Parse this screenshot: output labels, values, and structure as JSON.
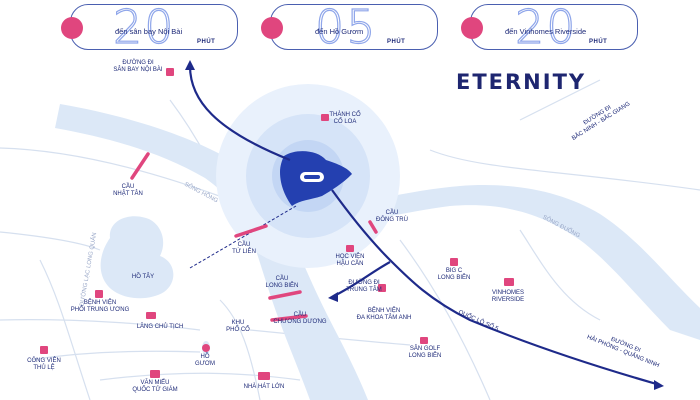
{
  "cards": [
    {
      "value": "20",
      "desc": "đến sân bay Nội Bài",
      "unit": "PHÚT",
      "icon": "airplane-icon"
    },
    {
      "value": "05",
      "desc": "đến Hồ Gươm",
      "unit": "PHÚT",
      "icon": "car-icon"
    },
    {
      "value": "20",
      "desc": "đến Vinhomes Riverside",
      "unit": "PHÚT",
      "icon": "building-icon"
    }
  ],
  "brand": "ETERNITY",
  "places": {
    "airport_line1": "ĐƯỜNG ĐI",
    "airport_line2": "SÂN BAY NỘI BÀI",
    "co_loa_line1": "THÀNH CỔ",
    "co_loa_line2": "CỔ LOA",
    "nhat_tan_line1": "CẦU",
    "nhat_tan_line2": "NHẬT TÂN",
    "song_hong": "SÔNG HỒNG",
    "dong_tru_line1": "CẦU",
    "dong_tru_line2": "ĐÔNG TRÙ",
    "bac_ninh_line1": "ĐƯỜNG ĐI",
    "bac_ninh_line2": "BẮC NINH - BẮC GIANG",
    "song_duong": "SÔNG ĐUỐNG",
    "tu_lien_line1": "CẦU",
    "tu_lien_line2": "TỨ LIÊN",
    "hoc_vien_line1": "HỌC VIỆN",
    "hoc_vien_line2": "HẬU CẦN",
    "lang_thang": "ĐƯỜNG LẠC LONG QUÂN",
    "big_c_line1": "BIG C",
    "big_c_line2": "LONG BIÊN",
    "vinhomes_line1": "VINHOMES",
    "vinhomes_line2": "RIVERSIDE",
    "ho_tay": "HỒ TÂY",
    "long_bien_line1": "CẦU",
    "long_bien_line2": "LONG BIÊN",
    "trung_tam_line1": "ĐƯỜNG ĐI",
    "trung_tam_line2": "TRUNG TÂM",
    "phoi_line1": "BỆNH VIỆN",
    "phoi_line2": "PHỔI TRUNG ƯƠNG",
    "lang_bac": "LĂNG CHỦ TỊCH",
    "khu_pho_co_line1": "KHU",
    "khu_pho_co_line2": "PHỐ CỔ",
    "chuong_duong_line1": "CẦU",
    "chuong_duong_line2": "CHƯƠNG DƯƠNG",
    "tam_anh_line1": "BỆNH VIỆN",
    "tam_anh_line2": "ĐA KHOA TÂM ANH",
    "ql5": "QUỐC LỘ SỐ 5",
    "golf_line1": "SÂN GOLF",
    "golf_line2": "LONG BIÊN",
    "hai_phong_line1": "ĐƯỜNG ĐI",
    "hai_phong_line2": "HẢI PHÒNG - QUẢNG NINH",
    "cong_vien_line1": "CÔNG VIÊN",
    "cong_vien_line2": "THỦ LỆ",
    "ho_guom_line1": "HỒ",
    "ho_guom_line2": "GƯƠM",
    "van_mieu_line1": "VĂN MIẾU",
    "van_mieu_line2": "QUỐC TỬ GIÁM",
    "nha_hat_lon": "NHÀ HÁT LỚN"
  },
  "colors": {
    "navy": "#1e2a8a",
    "pink": "#e0467e",
    "river": "#dce8f7",
    "road": "#c9d6ea",
    "halo": "#c7d8f4"
  }
}
